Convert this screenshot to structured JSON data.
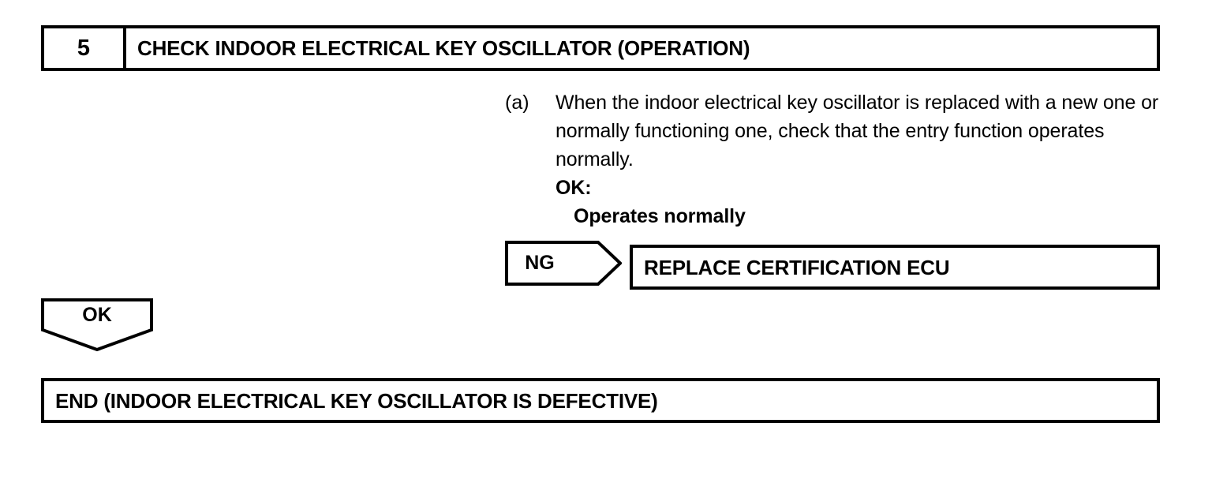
{
  "step": {
    "number": "5",
    "title": "CHECK INDOOR ELECTRICAL KEY OSCILLATOR (OPERATION)"
  },
  "procedure": {
    "marker": "(a)",
    "text": "When the indoor electrical key oscillator is replaced with a new one or normally functioning one, check that the entry function operates normally.",
    "ok_label": "OK:",
    "ok_value": "Operates normally"
  },
  "connectors": {
    "ng_label": "NG",
    "ok_label": "OK"
  },
  "results": {
    "ng_result": "REPLACE CERTIFICATION ECU",
    "ok_result": "END (INDOOR ELECTRICAL KEY OSCILLATOR IS DEFECTIVE)"
  },
  "colors": {
    "ink": "#000000",
    "paper": "#ffffff"
  }
}
